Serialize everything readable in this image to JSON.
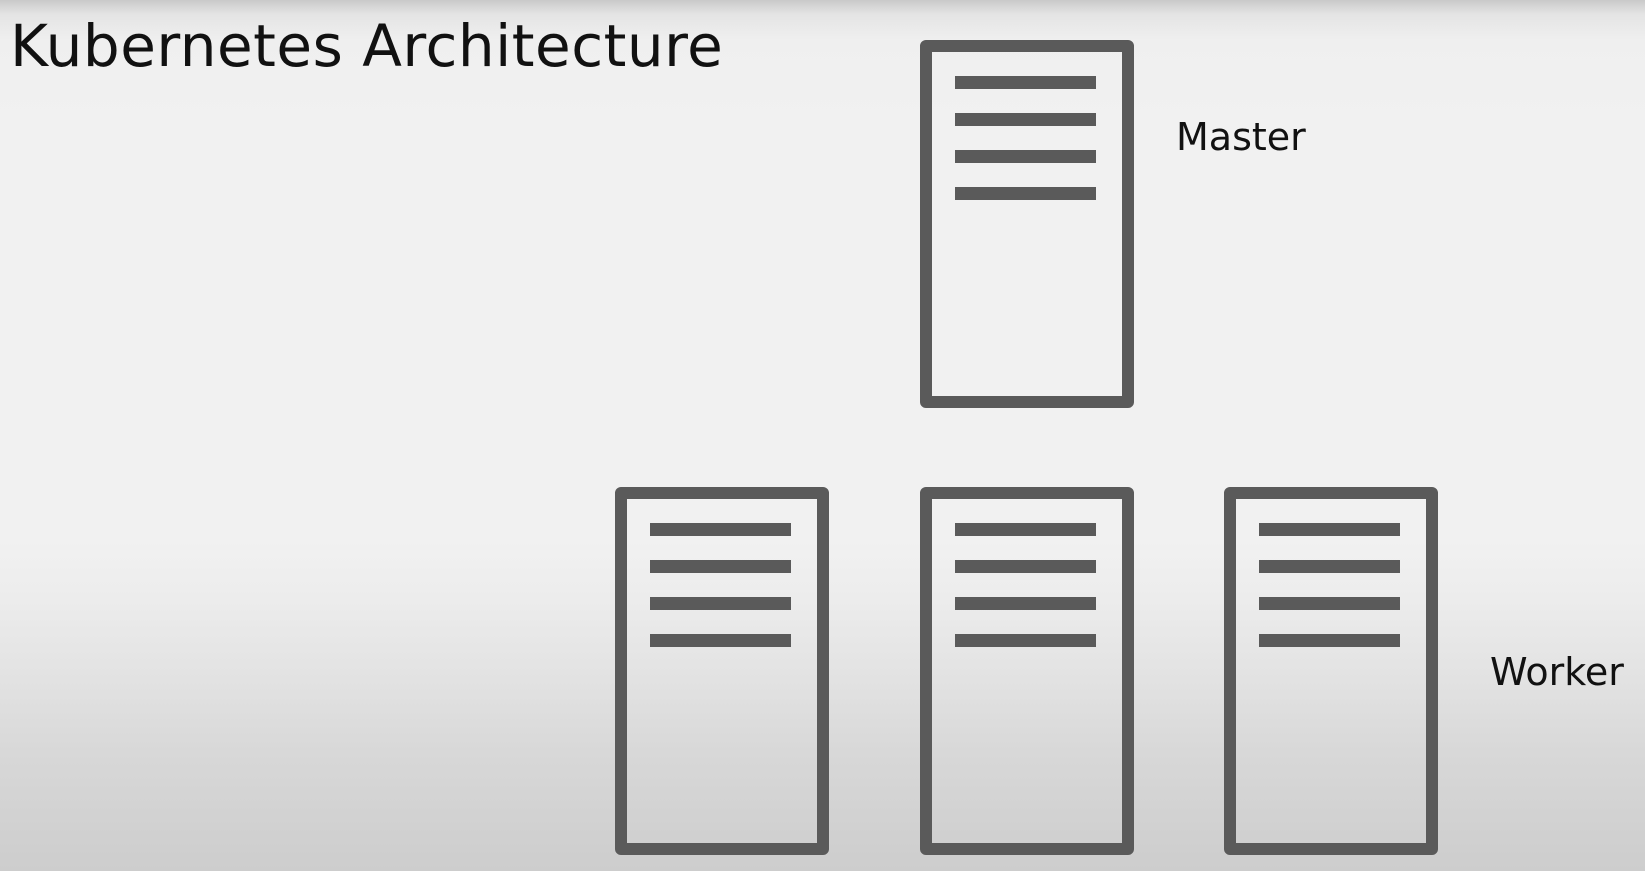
{
  "title": "Kubernetes Architecture",
  "master": {
    "label": "Master",
    "server_icon": "server-icon"
  },
  "workers": {
    "label": "Worker",
    "count": 3,
    "server_icon": "server-icon"
  },
  "colors": {
    "server_stroke": "#5a5a5a",
    "text": "#111111",
    "background": "#f1f1f1"
  }
}
